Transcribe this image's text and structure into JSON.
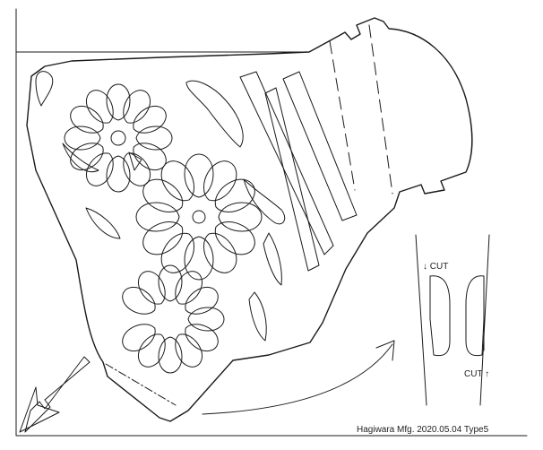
{
  "labels": {
    "cut_down": "↓ CUT",
    "cut_up": "CUT ↑",
    "credit": "Hagiwara Mfg. 2020.05.04 Type5"
  },
  "icons": [
    "down-left-arrow-icon",
    "curved-arrow-icon"
  ]
}
